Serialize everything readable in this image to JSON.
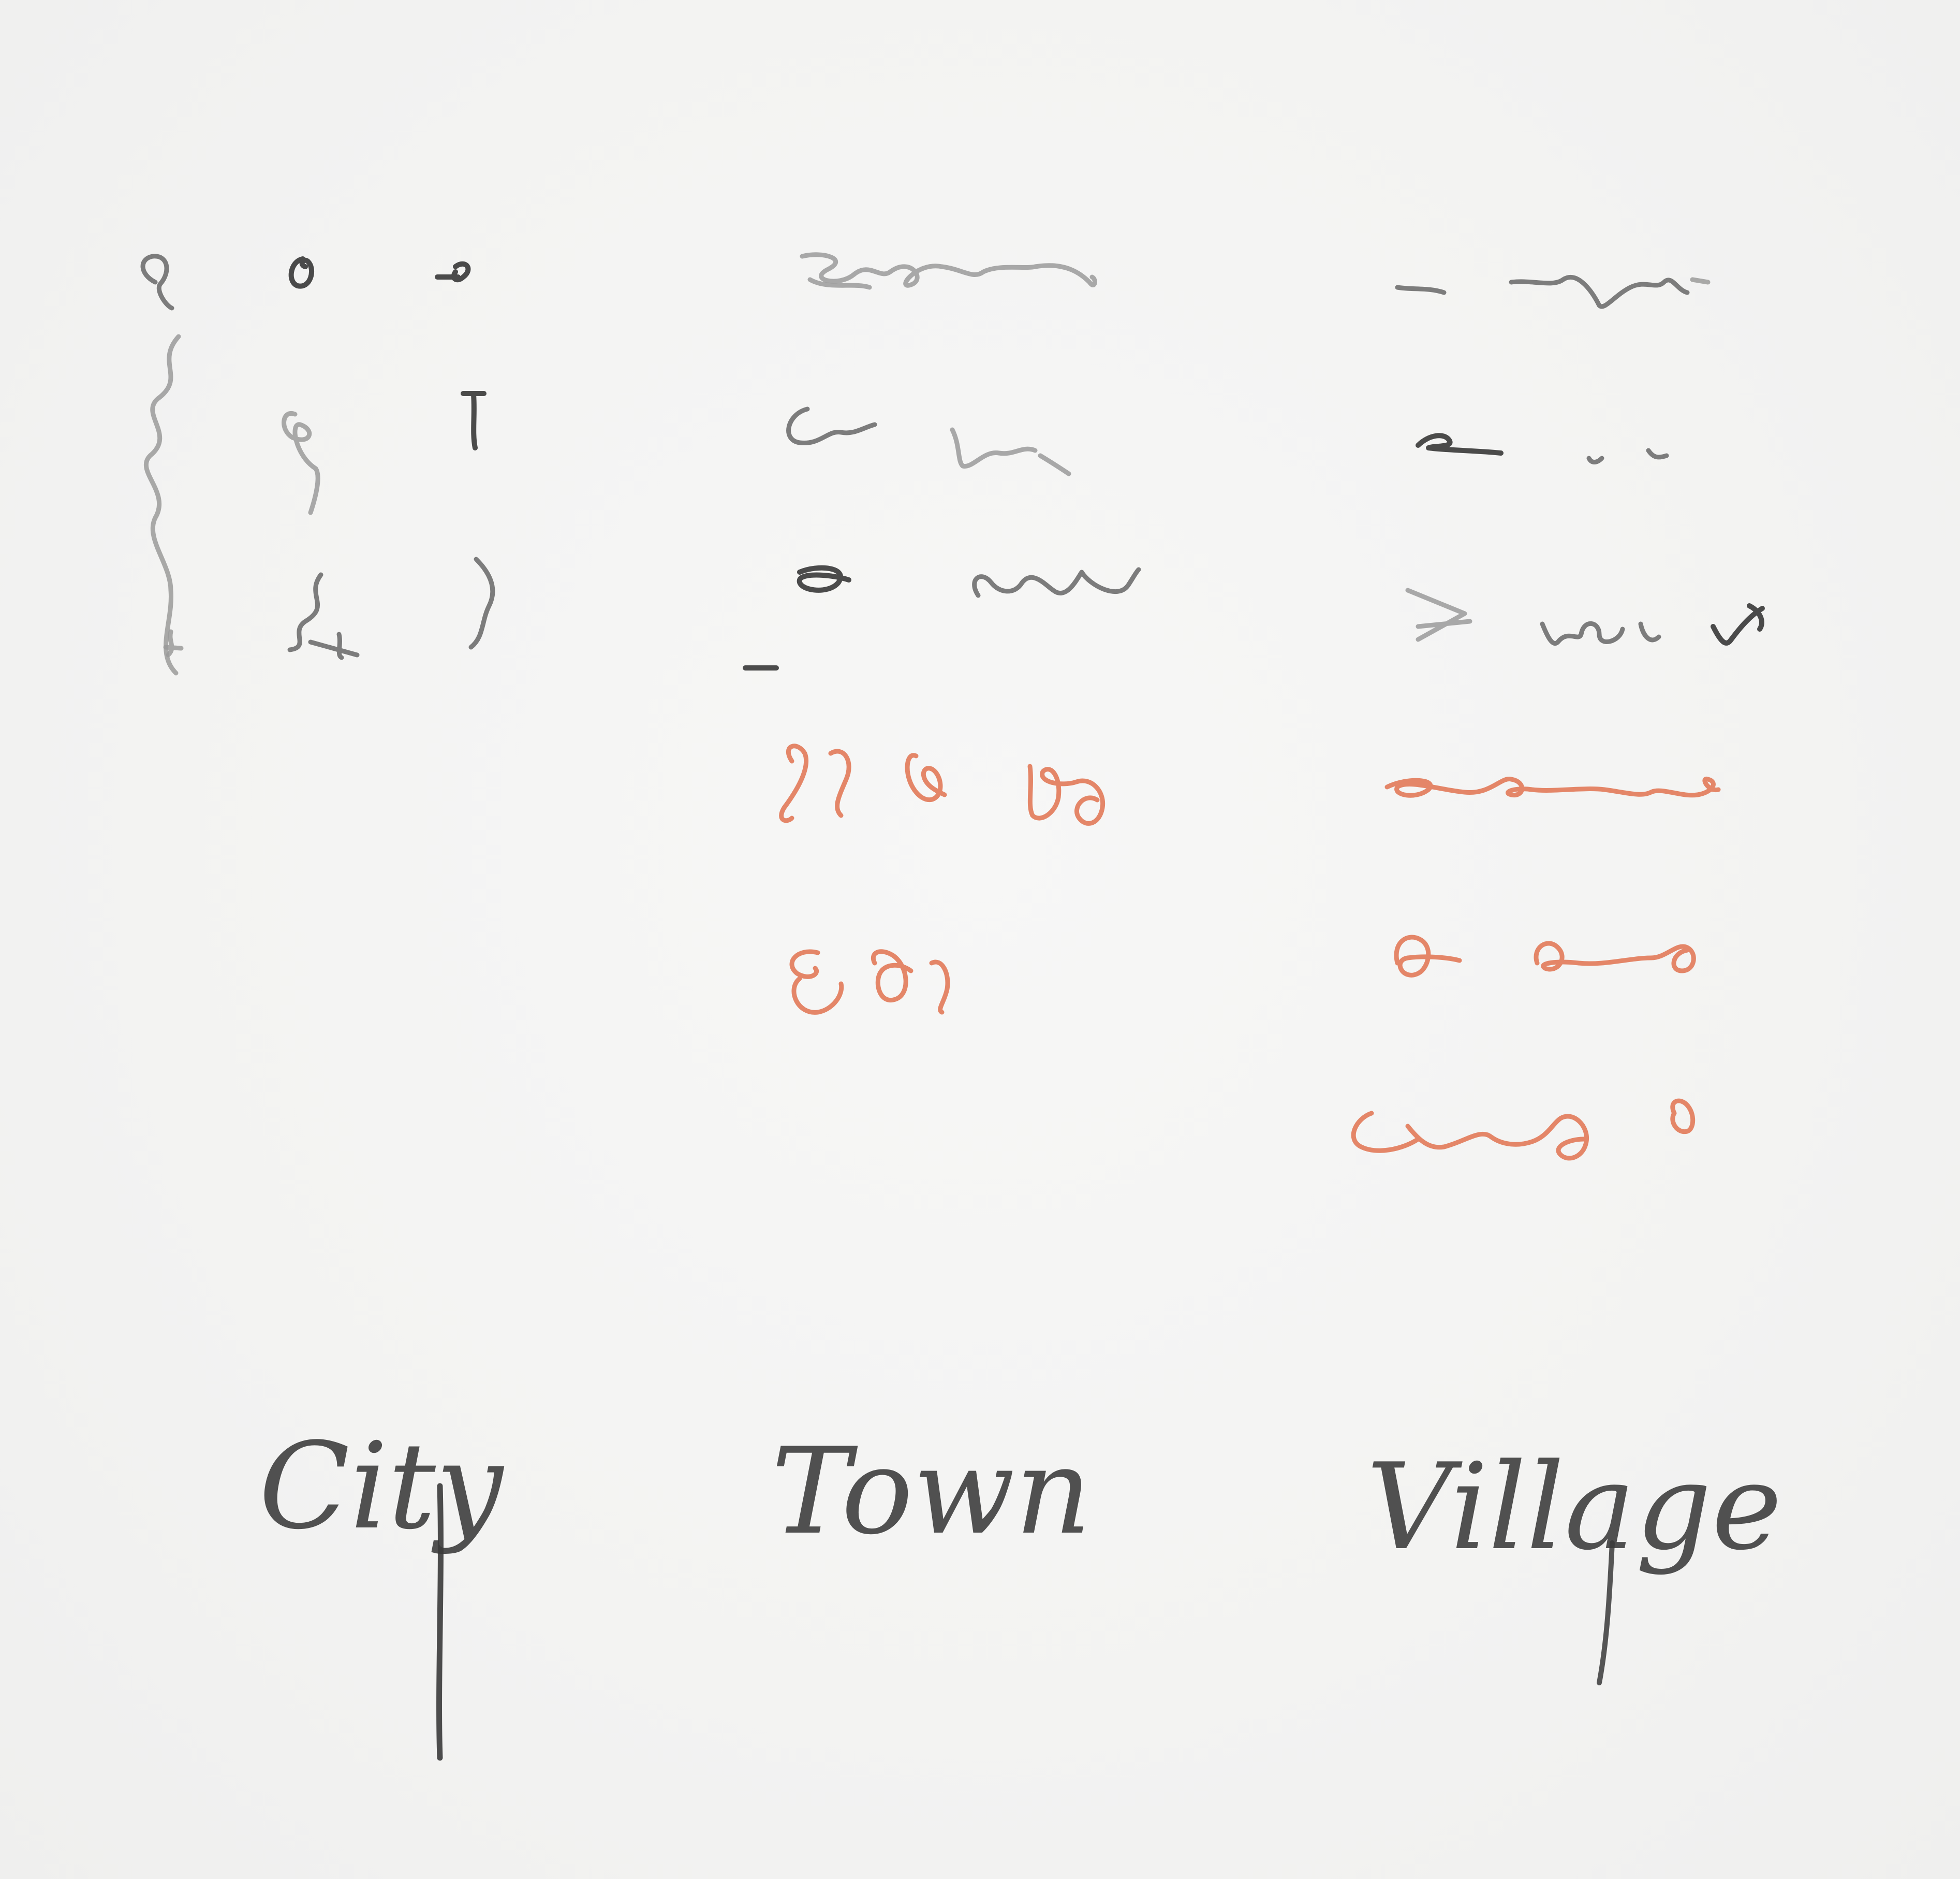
{
  "paper_color": "#f4f4f3",
  "ink": {
    "graphite": "#555555",
    "orange": "#e0724f"
  },
  "labels": {
    "city": "City",
    "town": "Town",
    "village": "Village"
  }
}
